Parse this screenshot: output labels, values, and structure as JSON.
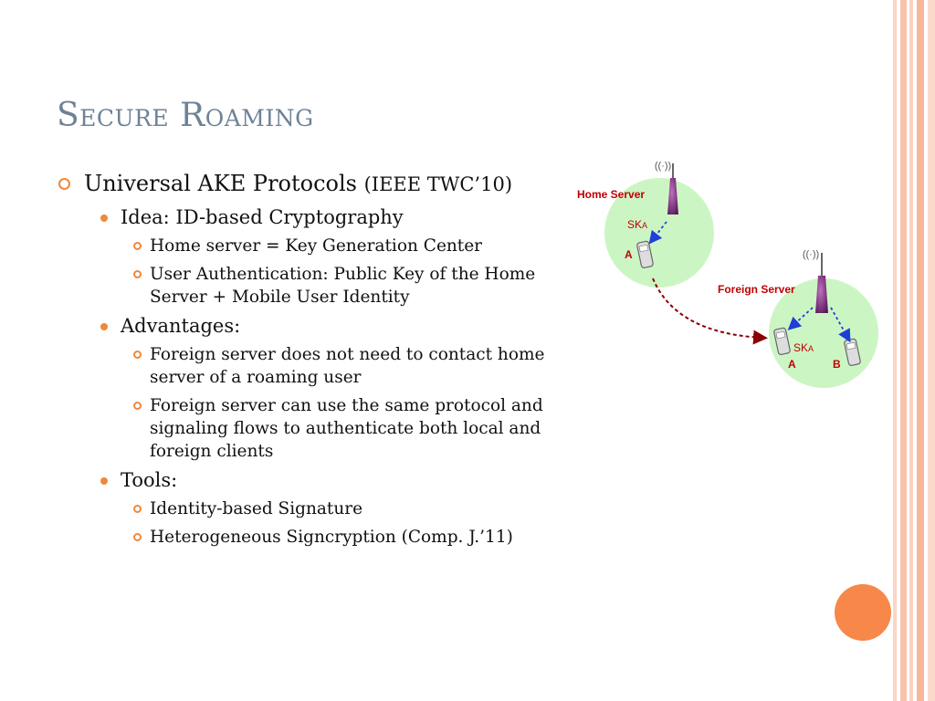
{
  "slide": {
    "title": "Secure Roaming",
    "items": [
      {
        "text_main": "Universal AKE Protocols ",
        "text_small": "(IEEE TWC’10)",
        "children": [
          {
            "text": "Idea: ID-based Cryptography",
            "children": [
              "Home server = Key Generation Center",
              "User Authentication: Public Key of the Home Server + Mobile User Identity"
            ]
          },
          {
            "text": "Advantages:",
            "children": [
              "Foreign server does not need to contact home server of a roaming user",
              "Foreign server can use the same protocol and signaling flows to authenticate both local and foreign clients"
            ]
          },
          {
            "text": "Tools:",
            "children": [
              "Identity-based Signature",
              "Heterogeneous Signcryption  (Comp. J.’11)"
            ]
          }
        ]
      }
    ]
  },
  "diagram": {
    "home_server_label": "Home Server",
    "foreign_server_label": "Foreign Server",
    "sk_home": "SK",
    "sk_home_sub": "A",
    "sk_foreign": "SK",
    "sk_foreign_sub": "A",
    "user_a_home": "A",
    "user_a_foreign": "A",
    "user_b_foreign": "B"
  },
  "colors": {
    "title": "#6e8297",
    "bullet": "#f0883a",
    "circle_fill": "#ccf5c4",
    "server_label": "#c00000",
    "tower": "#7a2a7a",
    "arrow_blue": "#1f3fd9",
    "arrow_red": "#8b0000"
  }
}
